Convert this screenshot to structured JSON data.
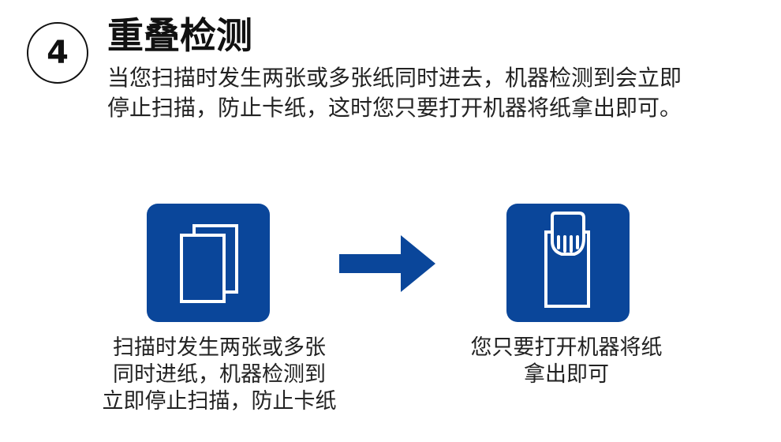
{
  "step": {
    "number": "4"
  },
  "title": "重叠检测",
  "description": [
    "当您扫描时发生两张或多张纸同时进去，机器检测到会立即",
    "停止扫描，防止卡纸，这时您只要打开机器将纸拿出即可。"
  ],
  "left_panel": {
    "icon": "stacked-pages-icon",
    "caption": [
      "扫描时发生两张或多张",
      "同时进纸，机器检测到",
      "立即停止扫描，防止卡纸"
    ]
  },
  "right_panel": {
    "icon": "hand-holding-paper-icon",
    "caption": [
      "您只要打开机器将纸",
      "拿出即可"
    ]
  },
  "colors": {
    "tile": "#0a469a",
    "arrow": "#0a469a",
    "text": "#111111"
  }
}
